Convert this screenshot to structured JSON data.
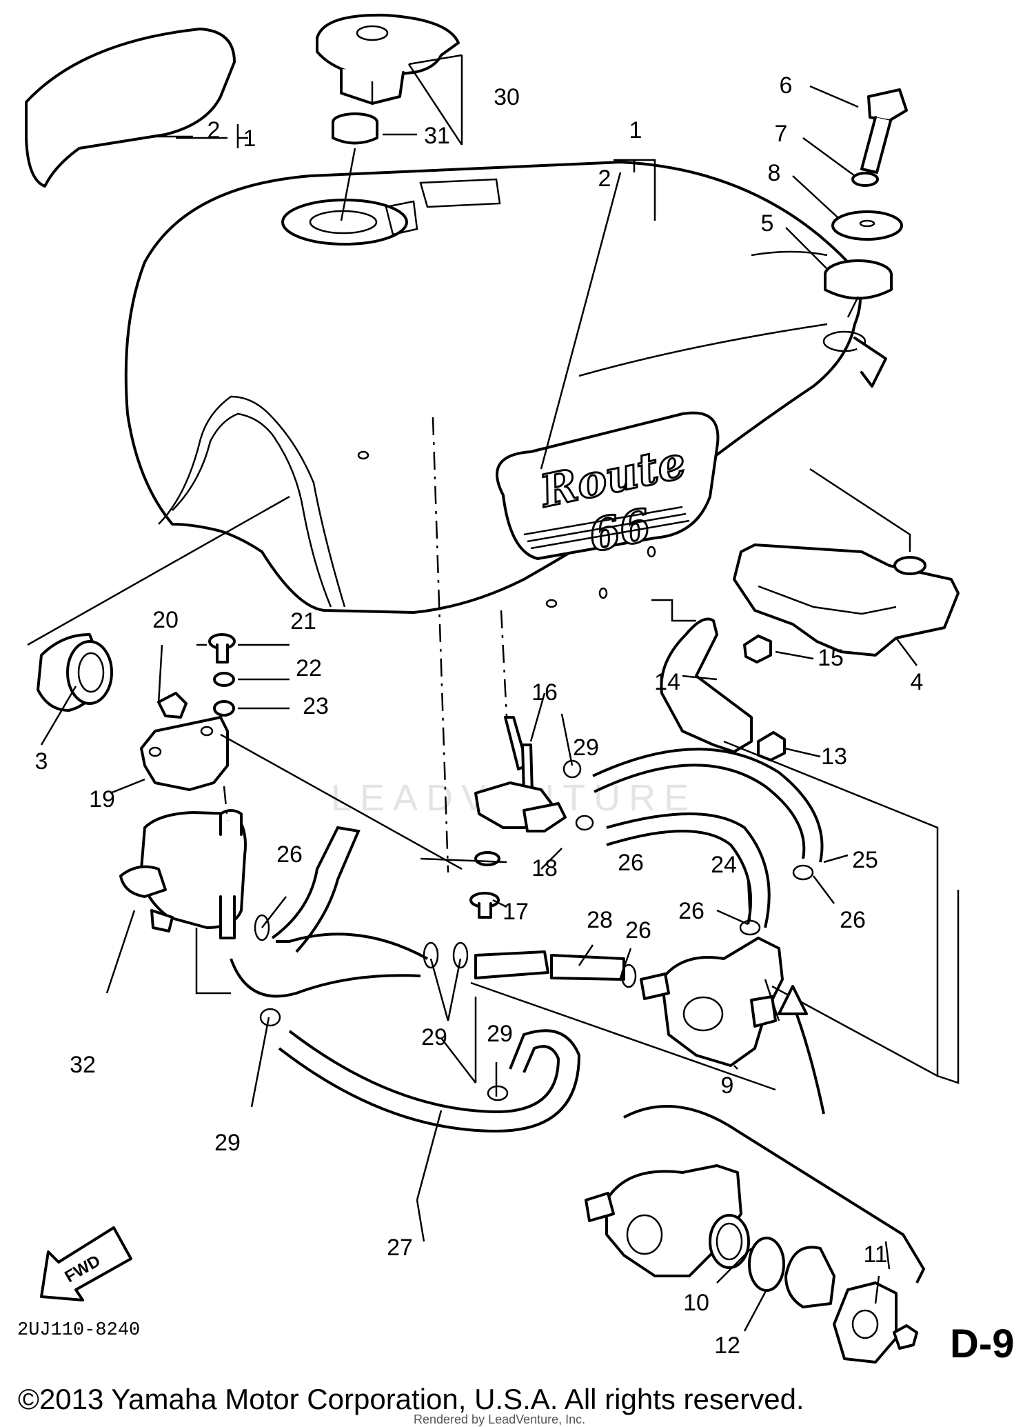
{
  "diagram_code": "2UJ110-8240",
  "sheet_id": "D-9",
  "copyright": "©2013 Yamaha Motor Corporation, U.S.A. All rights reserved.",
  "rendered_by": "Rendered by LeadVenture, Inc.",
  "watermark": "LEADVENTURE",
  "fwd_label": "FWD",
  "tank_logo": {
    "line1": "Route",
    "line2": "66"
  },
  "callouts": [
    {
      "id": "c1",
      "text": "1"
    },
    {
      "id": "c2",
      "text": "2"
    },
    {
      "id": "c2b",
      "text": "2"
    },
    {
      "id": "c1b",
      "text": "1"
    },
    {
      "id": "c3",
      "text": "3"
    },
    {
      "id": "c4",
      "text": "4"
    },
    {
      "id": "c5",
      "text": "5"
    },
    {
      "id": "c6",
      "text": "6"
    },
    {
      "id": "c7",
      "text": "7"
    },
    {
      "id": "c8",
      "text": "8"
    },
    {
      "id": "c9",
      "text": "9"
    },
    {
      "id": "c10",
      "text": "10"
    },
    {
      "id": "c11",
      "text": "11"
    },
    {
      "id": "c12",
      "text": "12"
    },
    {
      "id": "c13",
      "text": "13"
    },
    {
      "id": "c14",
      "text": "14"
    },
    {
      "id": "c15",
      "text": "15"
    },
    {
      "id": "c16",
      "text": "16"
    },
    {
      "id": "c17",
      "text": "17"
    },
    {
      "id": "c18",
      "text": "18"
    },
    {
      "id": "c19",
      "text": "19"
    },
    {
      "id": "c20",
      "text": "20"
    },
    {
      "id": "c21",
      "text": "21"
    },
    {
      "id": "c22",
      "text": "22"
    },
    {
      "id": "c23",
      "text": "23"
    },
    {
      "id": "c24",
      "text": "24"
    },
    {
      "id": "c25",
      "text": "25"
    },
    {
      "id": "c26a",
      "text": "26"
    },
    {
      "id": "c26b",
      "text": "26"
    },
    {
      "id": "c26c",
      "text": "26"
    },
    {
      "id": "c26d",
      "text": "26"
    },
    {
      "id": "c26e",
      "text": "26"
    },
    {
      "id": "c27",
      "text": "27"
    },
    {
      "id": "c28",
      "text": "28"
    },
    {
      "id": "c29a",
      "text": "29"
    },
    {
      "id": "c29b",
      "text": "29"
    },
    {
      "id": "c29c",
      "text": "29"
    },
    {
      "id": "c29d",
      "text": "29"
    },
    {
      "id": "c30",
      "text": "30"
    },
    {
      "id": "c31",
      "text": "31"
    },
    {
      "id": "c32",
      "text": "32"
    }
  ]
}
